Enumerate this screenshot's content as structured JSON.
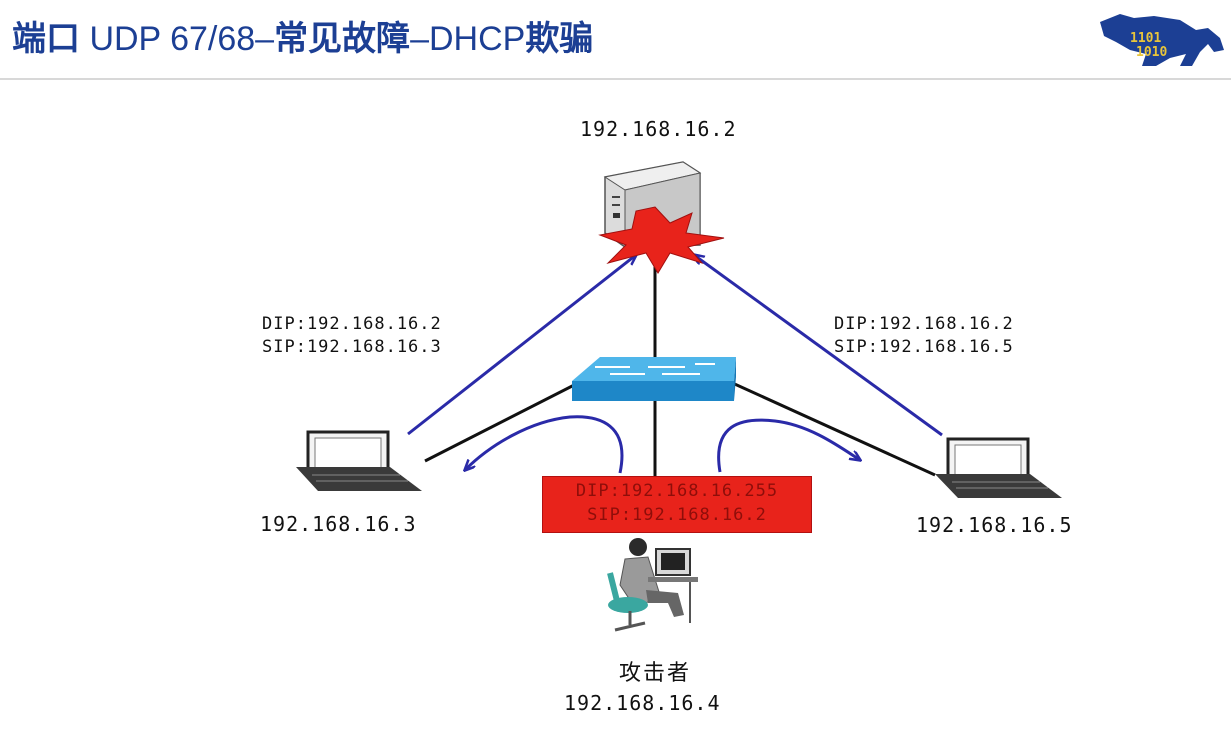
{
  "slide": {
    "title_part1": "端口",
    "title_part2": " UDP 67/68–",
    "title_part3": "常见故障",
    "title_part4": "–DHCP",
    "title_part5": "欺骗",
    "logo_glyphs": "1101 1010"
  },
  "diagram": {
    "server_ip": "192.168.16.2",
    "left_host_ip": "192.168.16.3",
    "right_host_ip": "192.168.16.5",
    "left_packet": {
      "dip": "DIP:192.168.16.2",
      "sip": "SIP:192.168.16.3"
    },
    "right_packet": {
      "dip": "DIP:192.168.16.2",
      "sip": "SIP:192.168.16.5"
    },
    "spoof_packet": {
      "dip": "DIP:192.168.16.255",
      "sip": "SIP:192.168.16.2"
    },
    "attacker_label": "攻击者",
    "attacker_ip": "192.168.16.4",
    "colors": {
      "arrow": "#2a2aa8",
      "alert": "#e8231b",
      "switch": "#2f9fd8"
    }
  }
}
